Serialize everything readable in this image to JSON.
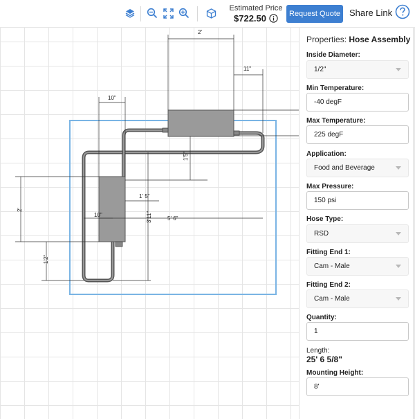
{
  "toolbar": {
    "icons": [
      "layers-icon",
      "zoom-out-icon",
      "fit-to-screen-icon",
      "zoom-in-icon",
      "3d-view-cube-icon"
    ],
    "estimated_price_label": "Estimated Price",
    "estimated_price_value": "$722.50",
    "request_quote_label": "Request Quote",
    "share_link_label": "Share Link",
    "help_icon": "question-circle-icon",
    "accent_color": "#3d7fd1"
  },
  "canvas": {
    "dimensions": {
      "top_width": "2'",
      "top_offset": "11\"",
      "left_offset": "10\"",
      "vertical_gap": "1'5\"",
      "horizontal_gap": "1' 5\"",
      "left_height": "2'",
      "inner_width": "10\"",
      "vertical_run": "3'11\"",
      "run_width": "5' 6\"",
      "bottom_height": "1'2\""
    }
  },
  "properties": {
    "title_prefix": "Properties:",
    "title_name": "Hose Assembly",
    "fields": {
      "inside_diameter": {
        "label": "Inside Diameter:",
        "value": "1/2\"",
        "type": "select"
      },
      "min_temperature": {
        "label": "Min Temperature:",
        "value": "-40 degF",
        "type": "input"
      },
      "max_temperature": {
        "label": "Max Temperature:",
        "value": "225 degF",
        "type": "input"
      },
      "application": {
        "label": "Application:",
        "value": "Food and Beverage",
        "type": "select"
      },
      "max_pressure": {
        "label": "Max Pressure:",
        "value": "150 psi",
        "type": "input"
      },
      "hose_type": {
        "label": "Hose Type:",
        "value": "RSD",
        "type": "select"
      },
      "fitting_end_1": {
        "label": "Fitting End 1:",
        "value": "Cam - Male",
        "type": "select"
      },
      "fitting_end_2": {
        "label": "Fitting End 2:",
        "value": "Cam - Male",
        "type": "select"
      },
      "quantity": {
        "label": "Quantity:",
        "value": "1",
        "type": "input"
      }
    },
    "length_label": "Length:",
    "length_value": "25' 6 5/8\"",
    "mounting_height": {
      "label": "Mounting Height:",
      "value": "8'",
      "type": "input"
    }
  }
}
